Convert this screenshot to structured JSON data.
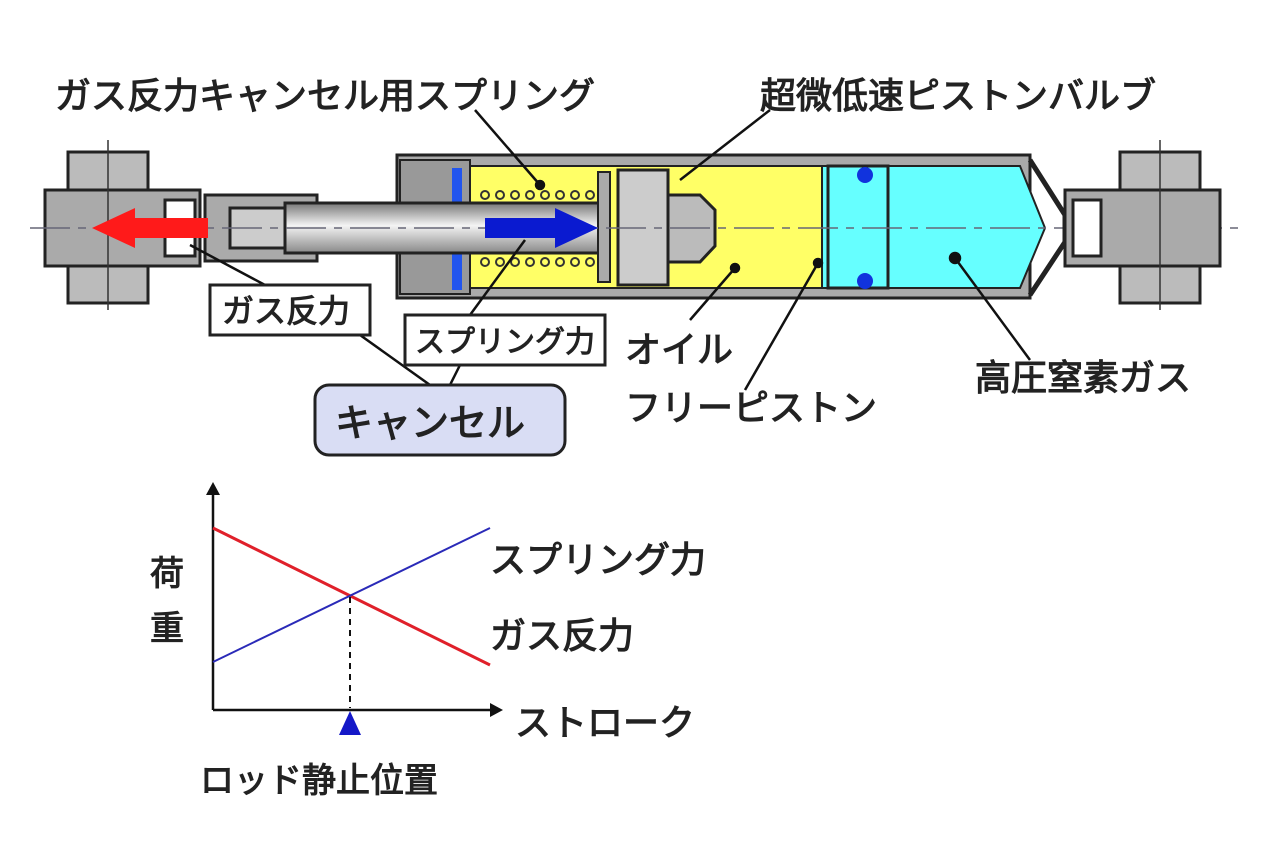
{
  "labels": {
    "spring_title": "ガス反力キャンセル用スプリング",
    "valve_title": "超微低速ピストンバルブ",
    "gas_reaction": "ガス反力",
    "spring_force": "スプリング力",
    "cancel": "キャンセル",
    "oil": "オイル",
    "free_piston": "フリーピストン",
    "nitrogen_gas": "高圧窒素ガス"
  },
  "graph": {
    "ylabel_1": "荷",
    "ylabel_2": "重",
    "xlabel": "ストローク",
    "series_spring": "スプリング力",
    "series_gas": "ガス反力",
    "marker_label": "ロッド静止位置"
  },
  "colors": {
    "oil": "#ffff66",
    "gas": "#66ffff",
    "gas_arrow": "#ff1a1a",
    "spring_arrow": "#0a1ad0",
    "cancel_box": "#d9ddf4",
    "gas_line": "#e0202a",
    "spring_line": "#2a2ab8"
  }
}
